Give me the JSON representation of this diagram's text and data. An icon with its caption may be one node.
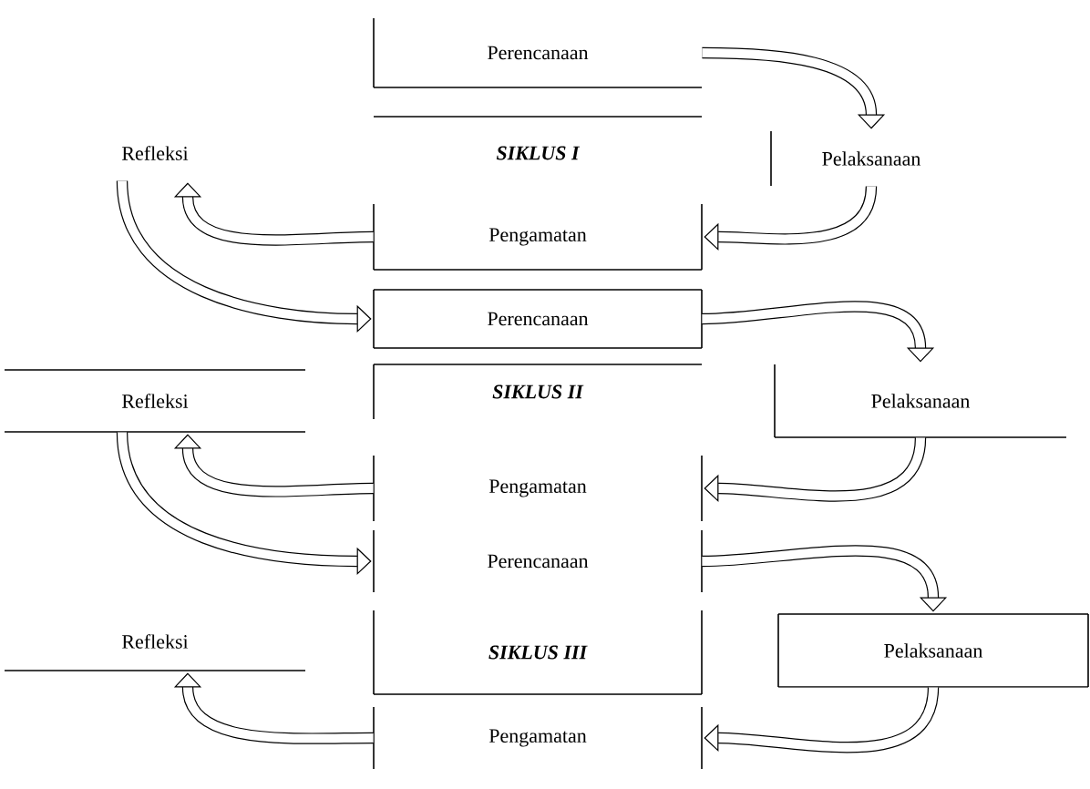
{
  "diagram": {
    "nodes": [
      {
        "text": [
          "Perencanaan"
        ]
      },
      {
        "text": [
          "Refleksi"
        ]
      },
      {
        "text": [
          "SIKLUS I"
        ]
      },
      {
        "text": [
          "Pelaksanaan"
        ]
      },
      {
        "text": [
          "Pengamatan"
        ]
      },
      {
        "text": [
          "Perencanaan"
        ]
      },
      {
        "text": [
          "Refleksi"
        ]
      },
      {
        "text": [
          "SIKLUS II"
        ]
      },
      {
        "text": [
          "Pelaksanaan"
        ]
      },
      {
        "text": [
          "Pengamatan"
        ]
      },
      {
        "text": [
          "Perencanaan"
        ]
      },
      {
        "text": [
          "Refleksi"
        ]
      },
      {
        "text": [
          "SIKLUS III"
        ]
      },
      {
        "text": [
          "Pelaksanaan"
        ]
      },
      {
        "text": [
          "Pengamatan"
        ]
      }
    ],
    "edges": [
      {
        "from": 0,
        "to": 3,
        "arrow": "to"
      },
      {
        "from": 3,
        "to": 4,
        "arrow": "to"
      },
      {
        "from": 4,
        "to": 1,
        "arrow": "to"
      },
      {
        "from": 1,
        "to": 5,
        "arrow": "to"
      },
      {
        "from": 5,
        "to": 8,
        "arrow": "to"
      },
      {
        "from": 8,
        "to": 9,
        "arrow": "to"
      },
      {
        "from": 9,
        "to": 6,
        "arrow": "to"
      },
      {
        "from": 6,
        "to": 10,
        "arrow": "to"
      },
      {
        "from": 10,
        "to": 13,
        "arrow": "to"
      },
      {
        "from": 13,
        "to": 14,
        "arrow": "to"
      },
      {
        "from": 14,
        "to": 11,
        "arrow": "to"
      }
    ]
  }
}
